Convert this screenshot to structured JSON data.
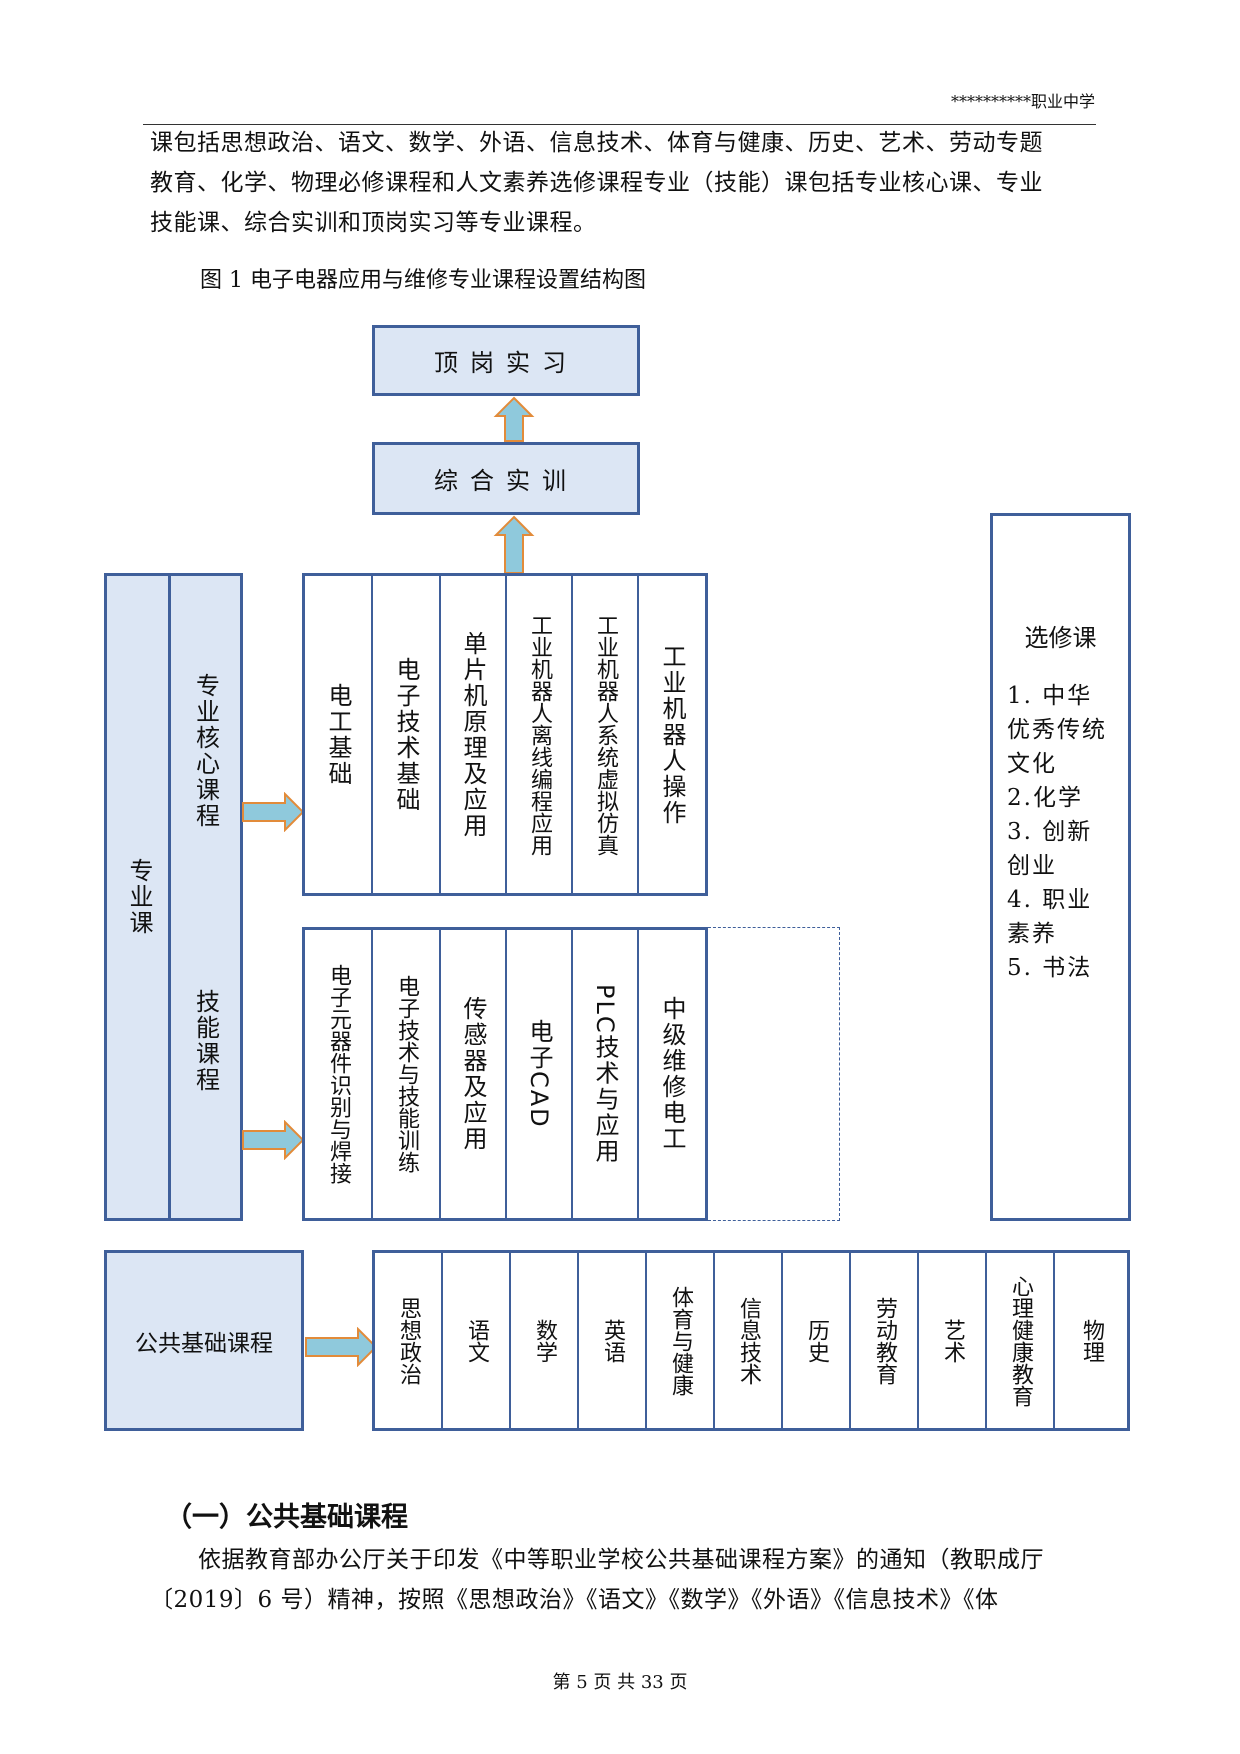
{
  "header": {
    "school": "**********职业中学"
  },
  "intro_lines": [
    "课包括思想政治、语文、数学、外语、信息技术、体育与健康、历史、艺术、劳动专题",
    "教育、化学、物理必修课程和人文素养选修课程专业（技能）课包括专业核心课、专业",
    "技能课、综合实训和顶岗实习等专业课程。"
  ],
  "figure_caption": "图 1  电子电器应用与维修专业课程设置结构图",
  "diagram": {
    "internship": "顶岗实习",
    "practical_training": "综合实训",
    "professional_label": "专业课",
    "core_label": "专业核心课程",
    "skill_label": "技能课程",
    "core_courses": [
      "电工基础",
      "电子技术基础",
      "单片机原理及应用",
      "工业机器人离线编程应用",
      "工业机器人系统虚拟仿真",
      "工业机器人操作"
    ],
    "skill_courses": [
      "电子元器件识别与焊接",
      "电子技术与技能训练",
      "传感器及应用",
      "电子CAD",
      "PLC技术与应用",
      "中级维修电工"
    ],
    "elective": {
      "title": "选修课",
      "items": [
        "1. 中华优秀传统文化",
        "2.化学",
        "3. 创新创业",
        "4. 职业素养",
        "5. 书法"
      ]
    },
    "public_label": "公共基础课程",
    "public_courses": [
      "思想政治",
      "语文",
      "数学",
      "英语",
      "体育与健康",
      "信息技术",
      "历史",
      "劳动教育",
      "艺术",
      "心理健康教育",
      "物理"
    ]
  },
  "section_title": "（一）公共基础课程",
  "body_lines": [
    "依据教育部办公厅关于印发《中等职业学校公共基础课程方案》的通知（教职成厅",
    "〔2019〕6 号）精神，按照《思想政治》《语文》《数学》《外语》《信息技术》《体"
  ],
  "footer": {
    "page_text": "第 5 页 共 33 页"
  },
  "colors": {
    "border": "#3f5f9a",
    "fill": "#dce6f4",
    "arrow_fill": "#8fc9dc",
    "arrow_stroke": "#e28b3a"
  }
}
